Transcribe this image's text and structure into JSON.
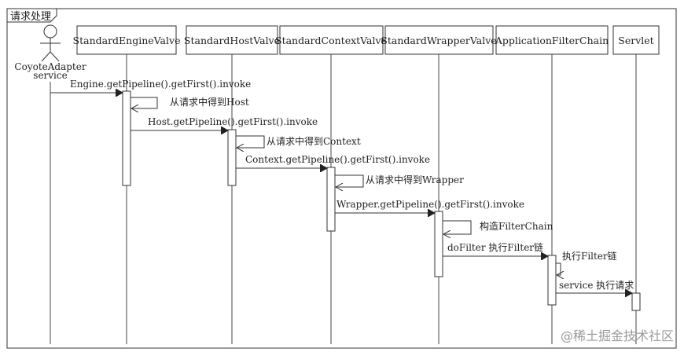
{
  "frame": {
    "title": "请求处理"
  },
  "actor": {
    "name": "CoyoteAdapter",
    "role": "service"
  },
  "participants": [
    {
      "id": "engine",
      "label": "StandardEngineValve"
    },
    {
      "id": "host",
      "label": "StandardHostValve"
    },
    {
      "id": "context",
      "label": "StandardContextValve"
    },
    {
      "id": "wrapper",
      "label": "StandardWrapperValve"
    },
    {
      "id": "filterchain",
      "label": "ApplicationFilterChain"
    },
    {
      "id": "servlet",
      "label": "Servlet"
    }
  ],
  "messages": [
    {
      "from": "actor",
      "to": "engine",
      "label": "Engine.getPipeline().getFirst().invoke"
    },
    {
      "from": "engine",
      "to": "engine",
      "label": "从请求中得到Host"
    },
    {
      "from": "engine",
      "to": "host",
      "label": "Host.getPipeline().getFirst().invoke"
    },
    {
      "from": "host",
      "to": "host",
      "label": "从请求中得到Context"
    },
    {
      "from": "host",
      "to": "context",
      "label": "Context.getPipeline().getFirst().invoke"
    },
    {
      "from": "context",
      "to": "context",
      "label": "从请求中得到Wrapper"
    },
    {
      "from": "context",
      "to": "wrapper",
      "label": "Wrapper.getPipeline().getFirst().invoke"
    },
    {
      "from": "wrapper",
      "to": "wrapper",
      "label": "构造FilterChain"
    },
    {
      "from": "wrapper",
      "to": "filterchain",
      "label": "doFilter 执行Filter链"
    },
    {
      "from": "filterchain",
      "to": "filterchain",
      "label": "执行Filter链"
    },
    {
      "from": "filterchain",
      "to": "servlet",
      "label": "service 执行请求"
    }
  ],
  "watermark": "@稀土掘金技术社区"
}
